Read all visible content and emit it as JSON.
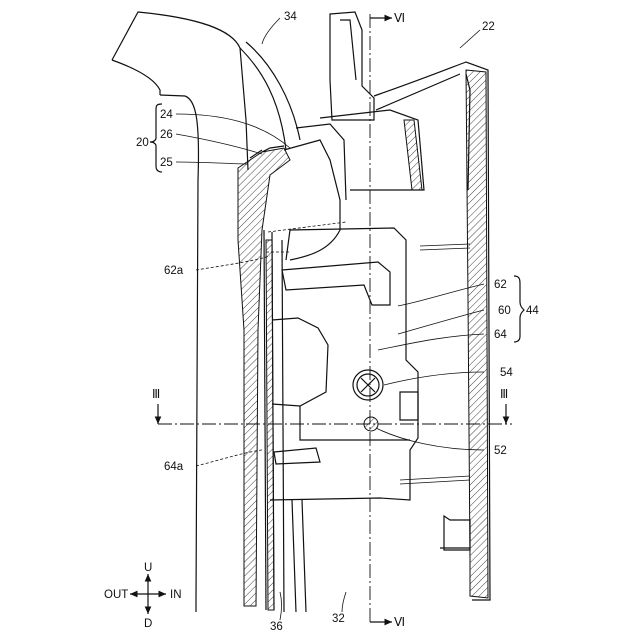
{
  "labels": {
    "l34": "34",
    "l22": "22",
    "l24": "24",
    "l20": "20",
    "l26": "26",
    "l25": "25",
    "l62a": "62a",
    "l62": "62",
    "l60": "60",
    "l44": "44",
    "l64": "64",
    "l54": "54",
    "l52": "52",
    "l64a": "64a",
    "l36": "36",
    "l32": "32"
  },
  "section_marks": {
    "vi_top": "Ⅵ",
    "vi_bottom": "Ⅵ",
    "iii_left": "Ⅲ",
    "iii_right": "Ⅲ"
  },
  "directions": {
    "up": "U",
    "down": "D",
    "out": "OUT",
    "in": "IN"
  }
}
